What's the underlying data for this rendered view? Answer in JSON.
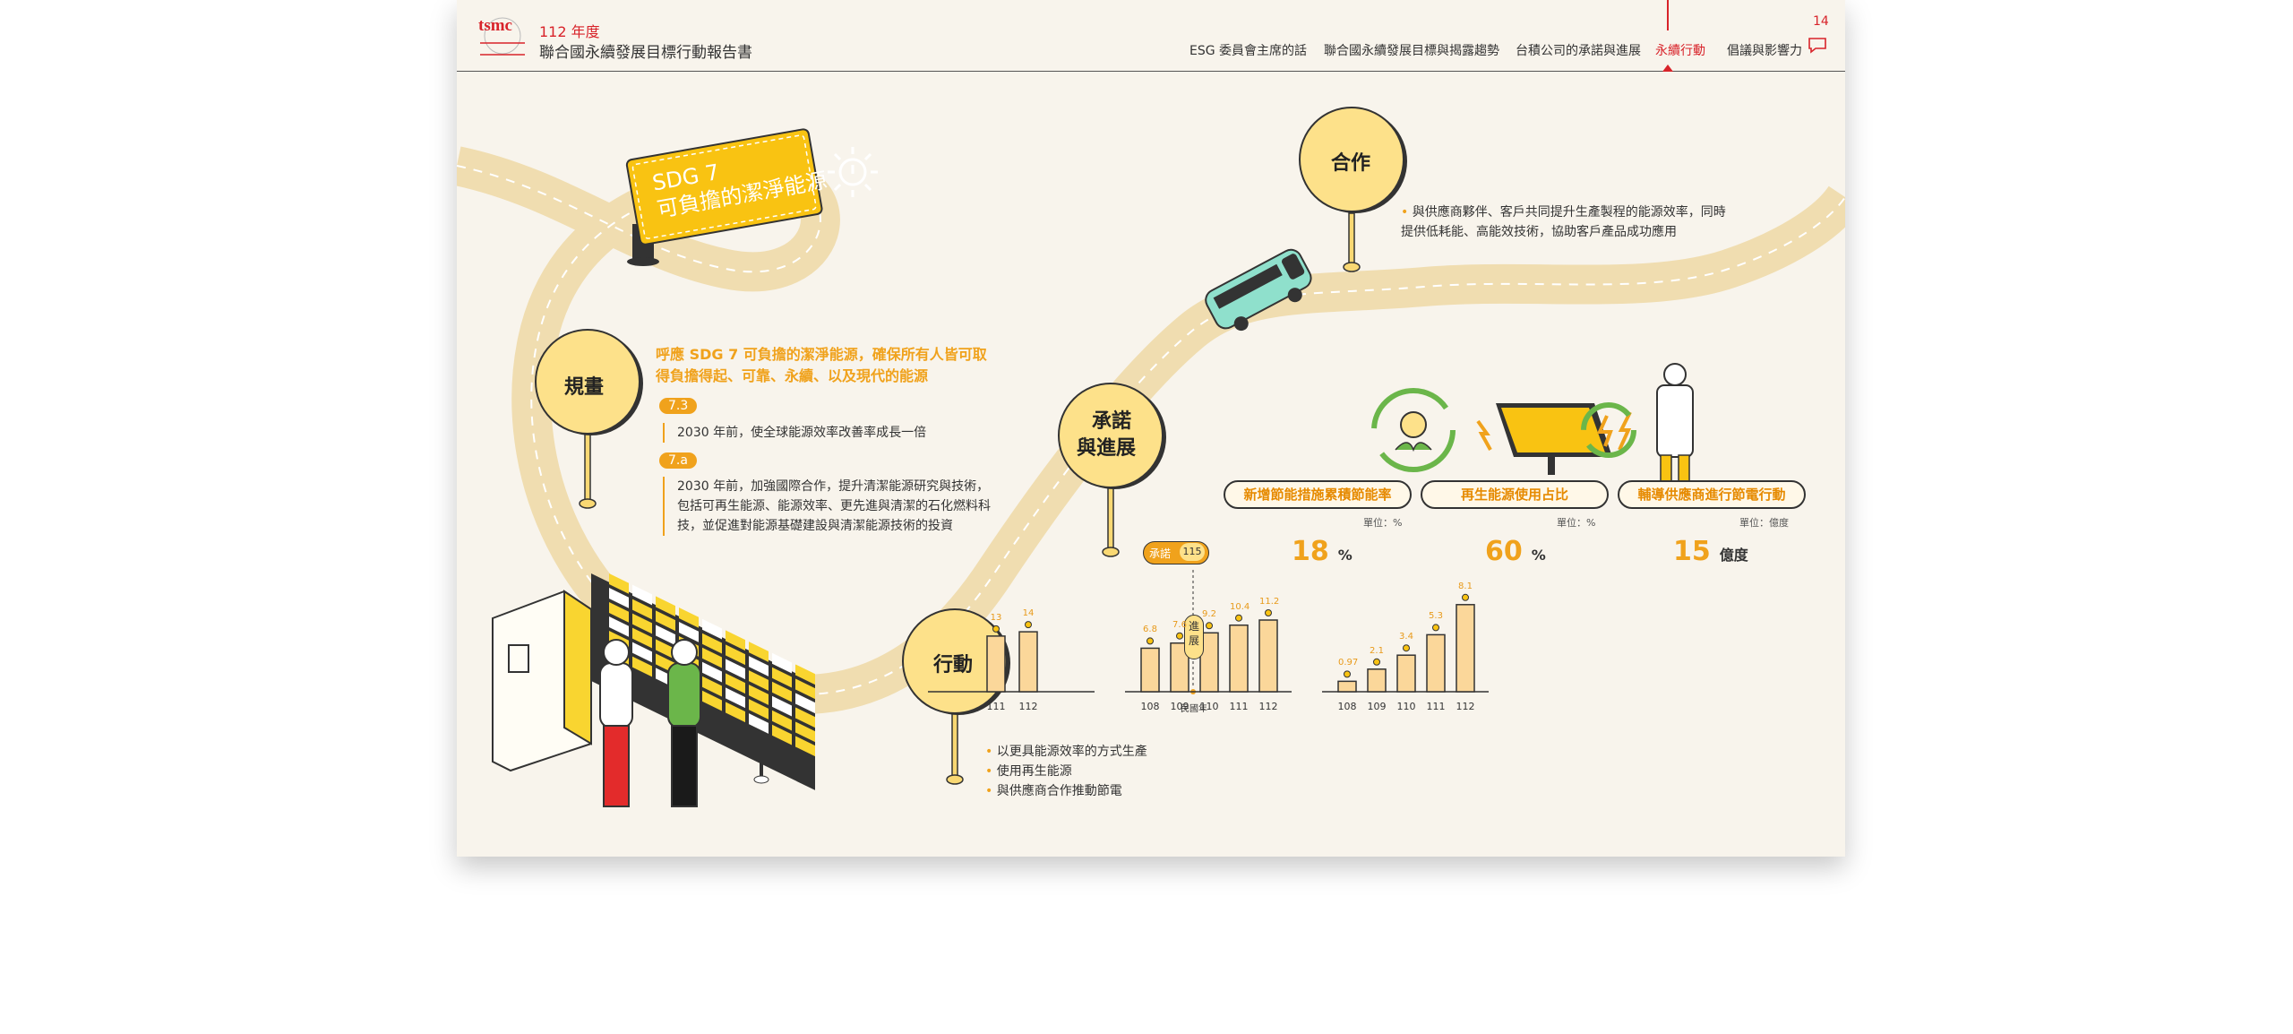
{
  "header": {
    "year_label": "112 年度",
    "title": "聯合國永續發展目標行動報告書",
    "logo_text": "tsmc",
    "nav": [
      {
        "label": "ESG 委員會主席的話",
        "active": false
      },
      {
        "label": "聯合國永續發展目標與揭露趨勢",
        "active": false
      },
      {
        "label": "台積公司的承諾與進展",
        "active": false
      },
      {
        "label": "永續行動",
        "active": true
      },
      {
        "label": "倡議與影響力",
        "active": false
      }
    ],
    "page_number": "14"
  },
  "sign": {
    "line1": "SDG 7",
    "line2": "可負擔的潔淨能源"
  },
  "signposts": {
    "plan": "規畫",
    "commit_line1": "承諾",
    "commit_line2": "與進展",
    "action": "行動",
    "coop": "合作"
  },
  "plan": {
    "intro": "呼應 SDG 7 可負擔的潔淨能源，確保所有人皆可取得負擔得起、可靠、永續、以及現代的能源",
    "targets": [
      {
        "code": "7.3",
        "text": "2030 年前，使全球能源效率改善率成長一倍"
      },
      {
        "code": "7.a",
        "text": "2030 年前，加強國際合作，提升清潔能源研究與技術，包括可再生能源、能源效率、更先進與清潔的石化燃料科技，並促進對能源基礎建設與清潔能源技術的投資"
      }
    ]
  },
  "cooperation": {
    "text": "與供應商夥伴、客戶共同提升生產製程的能源效率，同時提供低耗能、高能效技術，協助客戶產品成功應用"
  },
  "actions": [
    "以更具能源效率的方式生產",
    "使用再生能源",
    "與供應商合作推動節電"
  ],
  "legend": {
    "commit_label": "承諾",
    "commit_year": "115",
    "progress_label": "進展",
    "year_label": "民國年"
  },
  "chart_data": [
    {
      "type": "bar",
      "title": "新增節能措施累積節能率",
      "unit": "單位：%",
      "target_value": "18",
      "target_unit": "%",
      "categories": [
        "111",
        "112"
      ],
      "values": [
        13,
        14
      ],
      "labels": [
        "13",
        "14"
      ],
      "ylim": [
        0,
        18
      ]
    },
    {
      "type": "bar",
      "title": "再生能源使用占比",
      "unit": "單位：%",
      "target_value": "60",
      "target_unit": "%",
      "categories": [
        "108",
        "109",
        "110",
        "111",
        "112"
      ],
      "values": [
        6.8,
        7.6,
        9.2,
        10.4,
        11.2
      ],
      "labels": [
        "6.8",
        "7.6",
        "9.2",
        "10.4",
        "11.2"
      ],
      "ylim": [
        0,
        14
      ]
    },
    {
      "type": "bar",
      "title": "輔導供應商進行節電行動",
      "unit": "單位：億度",
      "target_value": "15",
      "target_unit": "億度",
      "categories": [
        "108",
        "109",
        "110",
        "111",
        "112"
      ],
      "values": [
        0.97,
        2.1,
        3.4,
        5.3,
        8.1
      ],
      "labels": [
        "0.97",
        "2.1",
        "3.4",
        "5.3",
        "8.1"
      ],
      "ylim": [
        0,
        9.5
      ]
    }
  ],
  "colors": {
    "accent": "#f0a21c",
    "brand_red": "#d8232a",
    "sign_yellow": "#f9c312",
    "road": "#f0ddb0",
    "background": "#f8f4ec"
  }
}
